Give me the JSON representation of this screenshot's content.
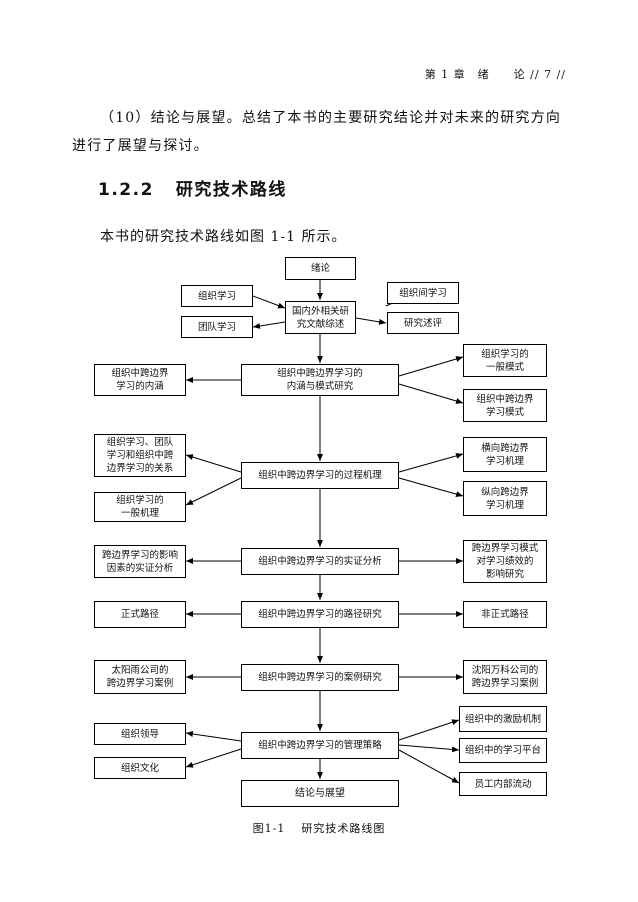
{
  "header": {
    "running_head": "第 1 章　绪　　论 // 7 //"
  },
  "body_text": {
    "paragraph": "（10）结论与展望。总结了本书的主要研究结论并对未来的研究方向进行了展望与探讨。",
    "section_number": "1.2.2",
    "section_title": "研究技术路线",
    "intro": "本书的研究技术路线如图 1-1 所示。"
  },
  "flowchart": {
    "title_box": "绪论",
    "lit_left_top": "组织学习",
    "lit_left_bottom": "团队学习",
    "lit_center": "国内外相关研\n究文献综述",
    "lit_right_top": "组织间学习",
    "lit_right_bottom": "研究述评",
    "r1_center": "组织中跨边界学习的\n内涵与模式研究",
    "r1_left": "组织中跨边界\n学习的内涵",
    "r1_right_top": "组织学习的\n一般模式",
    "r1_right_bottom": "组织中跨边界\n学习模式",
    "r2_center": "组织中跨边界学习的过程机理",
    "r2_left_top": "组织学习、团队\n学习和组织中跨\n边界学习的关系",
    "r2_left_bottom": "组织学习的\n一般机理",
    "r2_right_top": "横向跨边界\n学习机理",
    "r2_right_bottom": "纵向跨边界\n学习机理",
    "r3_center": "组织中跨边界学习的实证分析",
    "r3_left": "跨边界学习的影响\n因素的实证分析",
    "r3_right": "跨边界学习模式\n对学习绩效的\n影响研究",
    "r4_center": "组织中跨边界学习的路径研究",
    "r4_left": "正式路径",
    "r4_right": "非正式路径",
    "r5_center": "组织中跨边界学习的案例研究",
    "r5_left": "太阳雨公司的\n跨边界学习案例",
    "r5_right": "沈阳万科公司的\n跨边界学习案例",
    "r6_center": "组织中跨边界学习的管理策略",
    "r6_left_top": "组织领导",
    "r6_left_bottom": "组织文化",
    "r6_right_top": "组织中的激励机制",
    "r6_right_mid": "组织中的学习平台",
    "r6_right_bottom": "员工内部流动",
    "end_box": "结论与展望"
  },
  "figure_caption": {
    "number": "图1-1",
    "title": "研究技术路线图"
  }
}
